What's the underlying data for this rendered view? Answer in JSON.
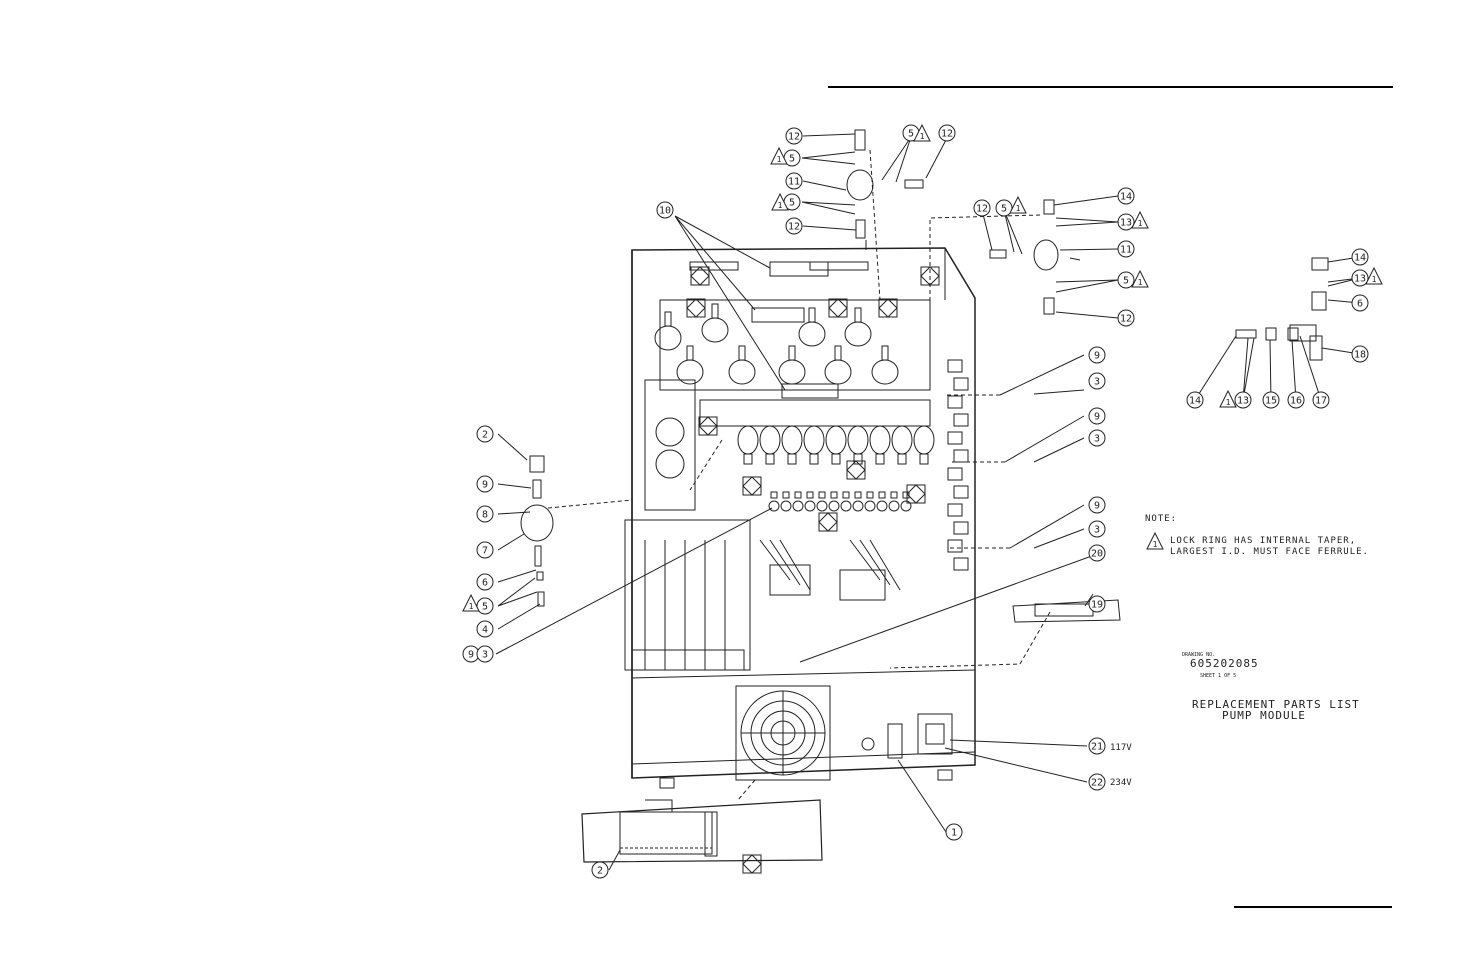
{
  "note": {
    "heading": "NOTE:",
    "marker": "1",
    "line1": "LOCK RING HAS INTERNAL TAPER,",
    "line2": "LARGEST I.D. MUST FACE FERRULE."
  },
  "title_block": {
    "drawing_no_label": "DRAWING NO.",
    "drawing_no": "605202085",
    "sheet": "SHEET 1 OF 5",
    "title_line1": "REPLACEMENT PARTS LIST",
    "title_line2": "PUMP MODULE"
  },
  "voltage_labels": {
    "v117": "117V",
    "v234": "234V"
  },
  "callouts": [
    {
      "id": "c12a",
      "label": "12"
    },
    {
      "id": "c5a",
      "label": "5"
    },
    {
      "id": "c12b",
      "label": "12"
    },
    {
      "id": "c5b",
      "label": "5"
    },
    {
      "id": "c11a",
      "label": "11"
    },
    {
      "id": "c5c",
      "label": "5"
    },
    {
      "id": "c12c",
      "label": "12"
    },
    {
      "id": "c10",
      "label": "10"
    },
    {
      "id": "c14a",
      "label": "14"
    },
    {
      "id": "c12d",
      "label": "12"
    },
    {
      "id": "c5d",
      "label": "5"
    },
    {
      "id": "c13a",
      "label": "13"
    },
    {
      "id": "c11b",
      "label": "11"
    },
    {
      "id": "c5e",
      "label": "5"
    },
    {
      "id": "c12e",
      "label": "12"
    },
    {
      "id": "c14b",
      "label": "14"
    },
    {
      "id": "c13b",
      "label": "13"
    },
    {
      "id": "c6b",
      "label": "6"
    },
    {
      "id": "c18",
      "label": "18"
    },
    {
      "id": "c14c",
      "label": "14"
    },
    {
      "id": "c13c",
      "label": "13"
    },
    {
      "id": "c15",
      "label": "15"
    },
    {
      "id": "c16",
      "label": "16"
    },
    {
      "id": "c17",
      "label": "17"
    },
    {
      "id": "c9a",
      "label": "9"
    },
    {
      "id": "c3a",
      "label": "3"
    },
    {
      "id": "c9b",
      "label": "9"
    },
    {
      "id": "c3b",
      "label": "3"
    },
    {
      "id": "c9c",
      "label": "9"
    },
    {
      "id": "c3c",
      "label": "3"
    },
    {
      "id": "c20",
      "label": "20"
    },
    {
      "id": "c19",
      "label": "19"
    },
    {
      "id": "c2a",
      "label": "2"
    },
    {
      "id": "c9d",
      "label": "9"
    },
    {
      "id": "c8",
      "label": "8"
    },
    {
      "id": "c7",
      "label": "7"
    },
    {
      "id": "c6a",
      "label": "6"
    },
    {
      "id": "c5f",
      "label": "5"
    },
    {
      "id": "c4",
      "label": "4"
    },
    {
      "id": "c9e",
      "label": "9"
    },
    {
      "id": "c3d",
      "label": "3"
    },
    {
      "id": "c21",
      "label": "21"
    },
    {
      "id": "c22",
      "label": "22"
    },
    {
      "id": "c1",
      "label": "1"
    },
    {
      "id": "c2b",
      "label": "2"
    }
  ],
  "warning_marker": "1"
}
